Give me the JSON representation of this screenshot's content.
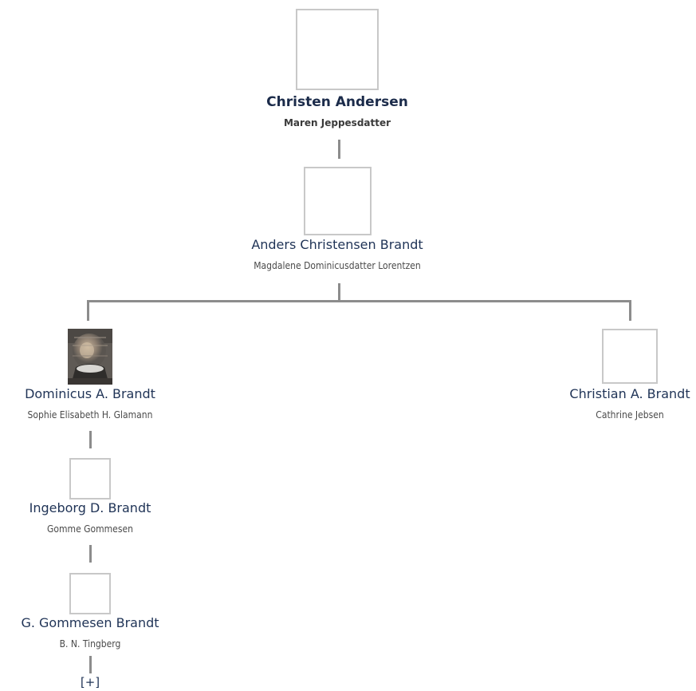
{
  "tree": {
    "root": {
      "name": "Christen Andersen",
      "spouse": "Maren Jeppesdatter"
    },
    "child": {
      "name": "Anders Christensen Brandt",
      "spouse": "Magdalene Dominicusdatter Lorentzen"
    },
    "grandchildren": [
      {
        "name": "Dominicus A. Brandt",
        "spouse": "Sophie Elisabeth H. Glamann",
        "has_photo": true
      },
      {
        "name": "Christian A. Brandt",
        "spouse": "Cathrine Jebsen",
        "has_photo": false
      }
    ],
    "descendants": [
      {
        "name": "Ingeborg D. Brandt",
        "spouse": "Gomme Gommesen"
      },
      {
        "name": "G. Gommesen Brandt",
        "spouse": "B. N. Tingberg"
      }
    ],
    "expand_label": "[+]"
  },
  "colors": {
    "name_text": "#1f3356",
    "spouse_text": "#4a4a4a",
    "connector": "#8c8c8c",
    "photo_border": "#c8c8c8"
  },
  "icons": {
    "photo_placeholder": "empty-photo-frame",
    "portrait": "person-portrait"
  }
}
